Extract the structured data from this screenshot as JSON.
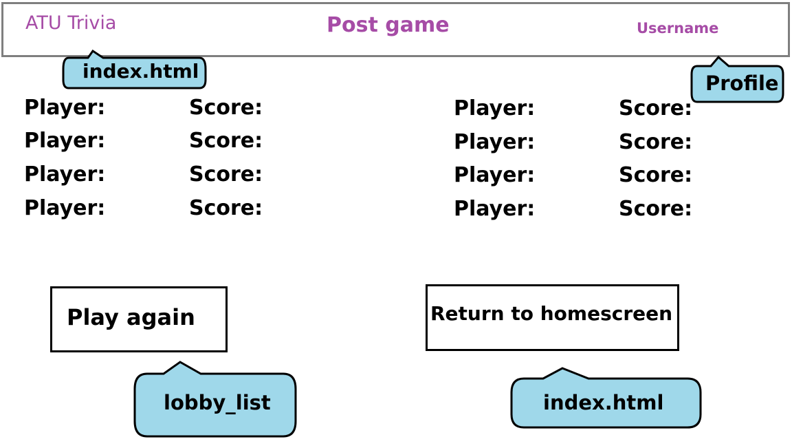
{
  "header": {
    "brand": "ATU Trivia",
    "title": "Post game",
    "username": "Username"
  },
  "annotations": {
    "brand_target": "index.html",
    "username_target": "Profile",
    "play_again_target": "lobby_list",
    "return_target": "index.html"
  },
  "scoreboard": {
    "player_label": "Player:",
    "score_label": "Score:",
    "left_rows": 4,
    "right_rows": 4
  },
  "buttons": {
    "play_again": "Play again",
    "return_home": "Return to homescreen"
  },
  "colors": {
    "accent_purple": "#a64ca6",
    "callout_fill": "#9fd8ea",
    "header_border": "#7f7f7f"
  }
}
